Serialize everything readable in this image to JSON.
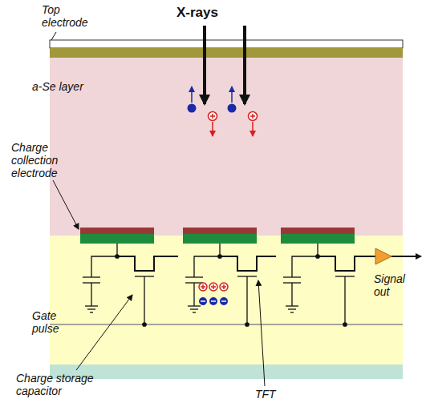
{
  "diagram": {
    "labels": [
      "X-rays",
      "Top electrode",
      "a-Se layer",
      "Charge collection electrode",
      "Signal out",
      "Gate pulse",
      "Charge storage capacitor",
      "TFT"
    ]
  }
}
